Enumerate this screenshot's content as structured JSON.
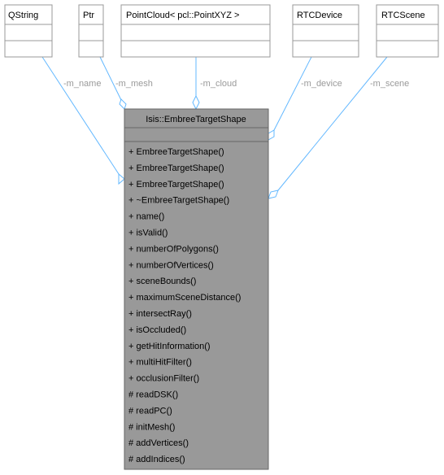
{
  "colors": {
    "edge": "#63b8ff",
    "box_border": "#999999",
    "box_fill": "#ffffff",
    "main_fill": "#999999",
    "main_border": "#666666",
    "text": "#000000",
    "label": "#9a9a9a"
  },
  "main_class": {
    "title": "Isis::EmbreeTargetShape",
    "members": [
      "+ EmbreeTargetShape()",
      "+ EmbreeTargetShape()",
      "+ EmbreeTargetShape()",
      "+ ~EmbreeTargetShape()",
      "+ name()",
      "+ isValid()",
      "+ numberOfPolygons()",
      "+ numberOfVertices()",
      "+ sceneBounds()",
      "+ maximumSceneDistance()",
      "+ intersectRay()",
      "+ isOccluded()",
      "+ getHitInformation()",
      "+ multiHitFilter()",
      "+ occlusionFilter()",
      "# readDSK()",
      "# readPC()",
      "# initMesh()",
      "# addVertices()",
      "# addIndices()"
    ]
  },
  "related_classes": [
    {
      "name": "QString",
      "edge_label": "-m_name"
    },
    {
      "name": "Ptr",
      "edge_label": "-m_mesh"
    },
    {
      "name": "PointCloud< pcl::PointXYZ >",
      "edge_label": "-m_cloud"
    },
    {
      "name": "RTCDevice",
      "edge_label": "-m_device"
    },
    {
      "name": "RTCScene",
      "edge_label": "-m_scene"
    }
  ]
}
